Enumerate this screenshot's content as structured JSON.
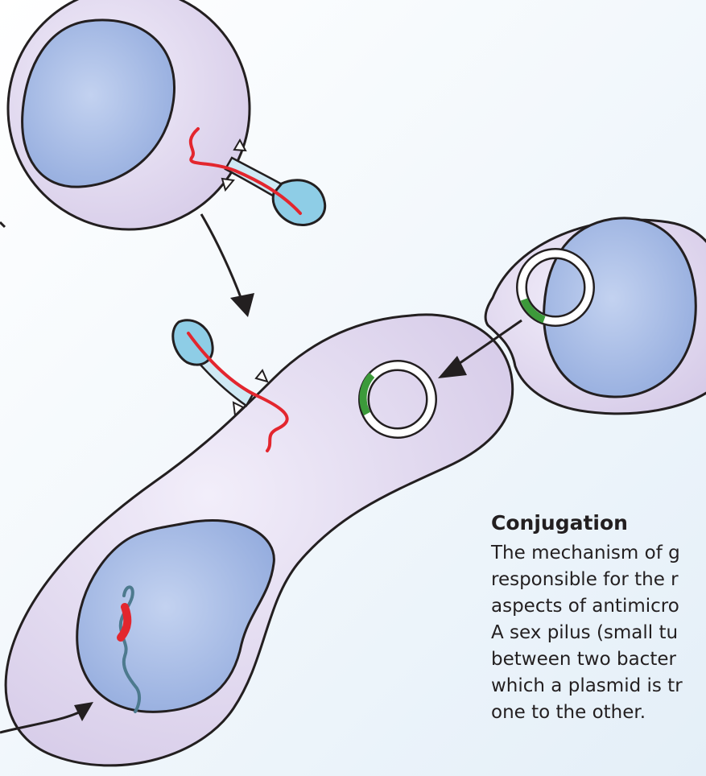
{
  "caption": {
    "title": "Conjugation",
    "lines": [
      "The mechanism of g",
      "responsible for the r",
      "aspects of antimicro",
      "A sex pilus (small tu",
      "between two bacter",
      "which a plasmid is tr",
      "one to the other."
    ]
  },
  "colors": {
    "cell_fill": "#ddd4ec",
    "nucleoid_fill": "#9db3de",
    "outline": "#231f20",
    "dna_red": "#e3262e",
    "dna_grey": "#4d7a8e",
    "phage_head": "#8ecde6",
    "plasmid_green": "#3c9a3a"
  }
}
